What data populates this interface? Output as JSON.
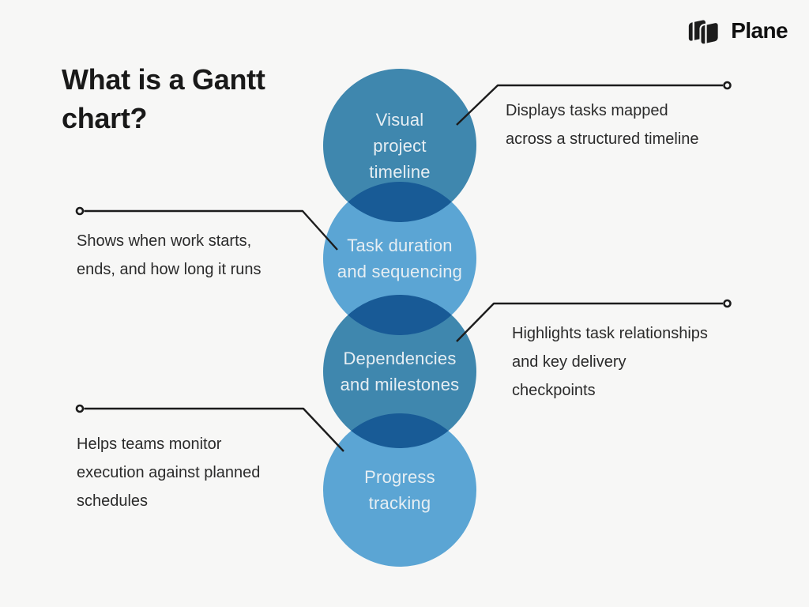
{
  "colors": {
    "bg": "#f7f7f6",
    "dark": "#418bb5",
    "light": "#5eabdc",
    "line": "#1c1c1c",
    "text": "#2b2b2b",
    "label": "#eef6fc"
  },
  "logo": {
    "name": "Plane"
  },
  "title": "What is a Gantt\nchart?",
  "nodes": [
    {
      "label": "Visual\nproject\ntimeline",
      "tone": "dark"
    },
    {
      "label": "Task duration\nand sequencing",
      "tone": "light"
    },
    {
      "label": "Dependencies\nand milestones",
      "tone": "dark"
    },
    {
      "label": "Progress\ntracking",
      "tone": "light"
    }
  ],
  "annotations": [
    {
      "side": "right",
      "text": "Displays tasks mapped\nacross a structured timeline"
    },
    {
      "side": "left",
      "text": "Shows when work starts,\nends, and how long it runs"
    },
    {
      "side": "right",
      "text": "Highlights task relationships\nand key delivery\ncheckpoints"
    },
    {
      "side": "left",
      "text": "Helps teams monitor\nexecution against planned\nschedules"
    }
  ]
}
